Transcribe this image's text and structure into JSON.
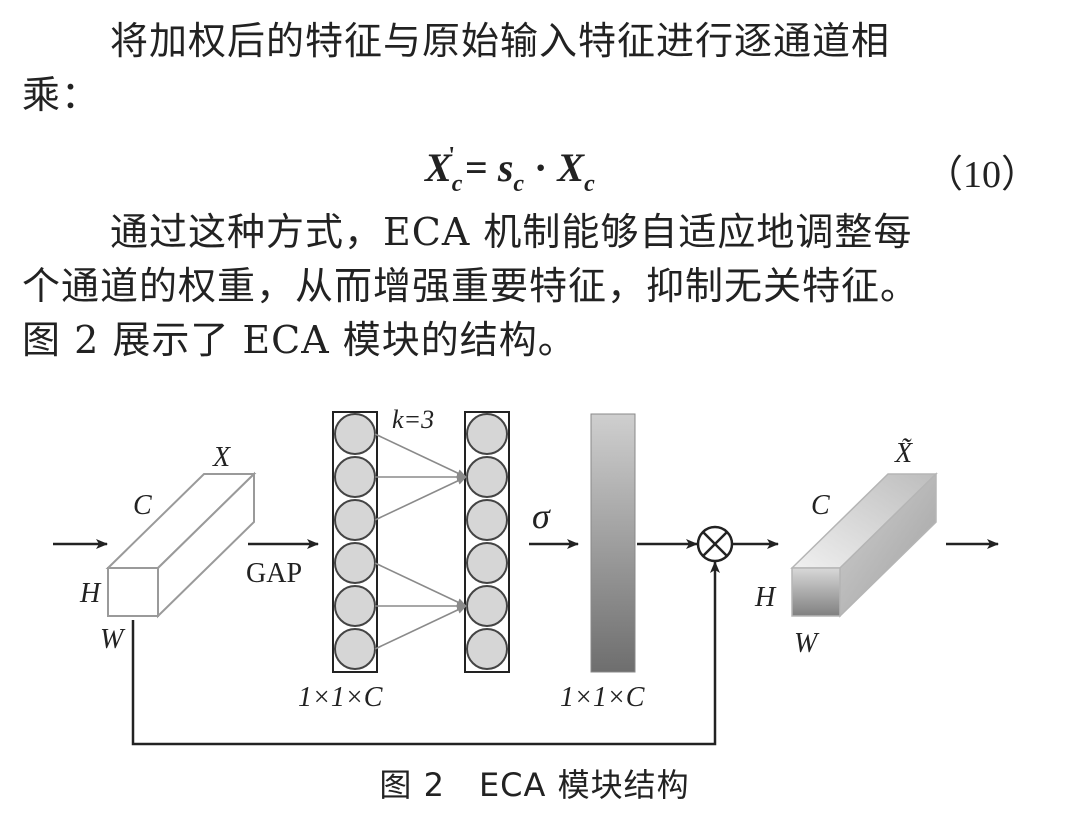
{
  "paragraph1": {
    "line1": "将加权后的特征与原始输入特征进行逐通道相",
    "line2": "乘："
  },
  "equation": {
    "lhs": "X",
    "lhs_sub": "c",
    "lhs_sup": "'",
    "equals": " = ",
    "s": "s",
    "s_sub": "c",
    "dot": " · ",
    "rhs": "X",
    "rhs_sub": "c",
    "number": "（10）"
  },
  "paragraph2": {
    "line1": "通过这种方式，ECA 机制能够自适应地调整每",
    "line2": "个通道的权重，从而增强重要特征，抑制无关特征。",
    "line3": "图 2 展示了 ECA 模块的结构。"
  },
  "diagram": {
    "input_x": "X",
    "input_c": "C",
    "input_h": "H",
    "input_w": "W",
    "gap": "GAP",
    "kernel": "k=3",
    "vector_dim_1": "1×1×C",
    "sigma": "σ",
    "vector_dim_2": "1×1×C",
    "output_x": "X̃",
    "output_c": "C",
    "output_h": "H",
    "output_w": "W"
  },
  "caption": {
    "number": "图 2",
    "title": "ECA 模块结构"
  }
}
